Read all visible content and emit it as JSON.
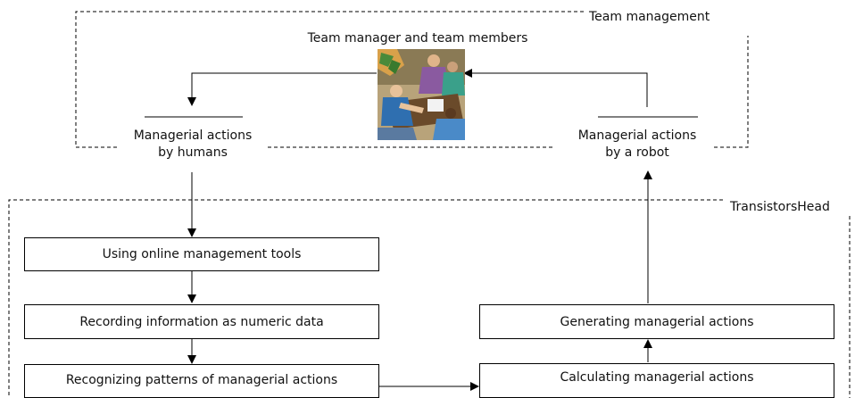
{
  "team_area": {
    "title": "Team management"
  },
  "meeting": {
    "caption": "Team manager and team members",
    "image": "team-meeting-clipart"
  },
  "human_actions": {
    "line1": "Managerial actions",
    "line2": "by humans"
  },
  "robot_actions": {
    "line1": "Managerial actions",
    "line2": "by a robot"
  },
  "system_area": {
    "title": "TransistorsHead"
  },
  "steps": {
    "tools": "Using online management tools",
    "recording": "Recording information as numeric data",
    "recognizing": "Recognizing patterns of managerial actions",
    "calculating": "Calculating managerial actions",
    "generating": "Generating managerial actions"
  }
}
